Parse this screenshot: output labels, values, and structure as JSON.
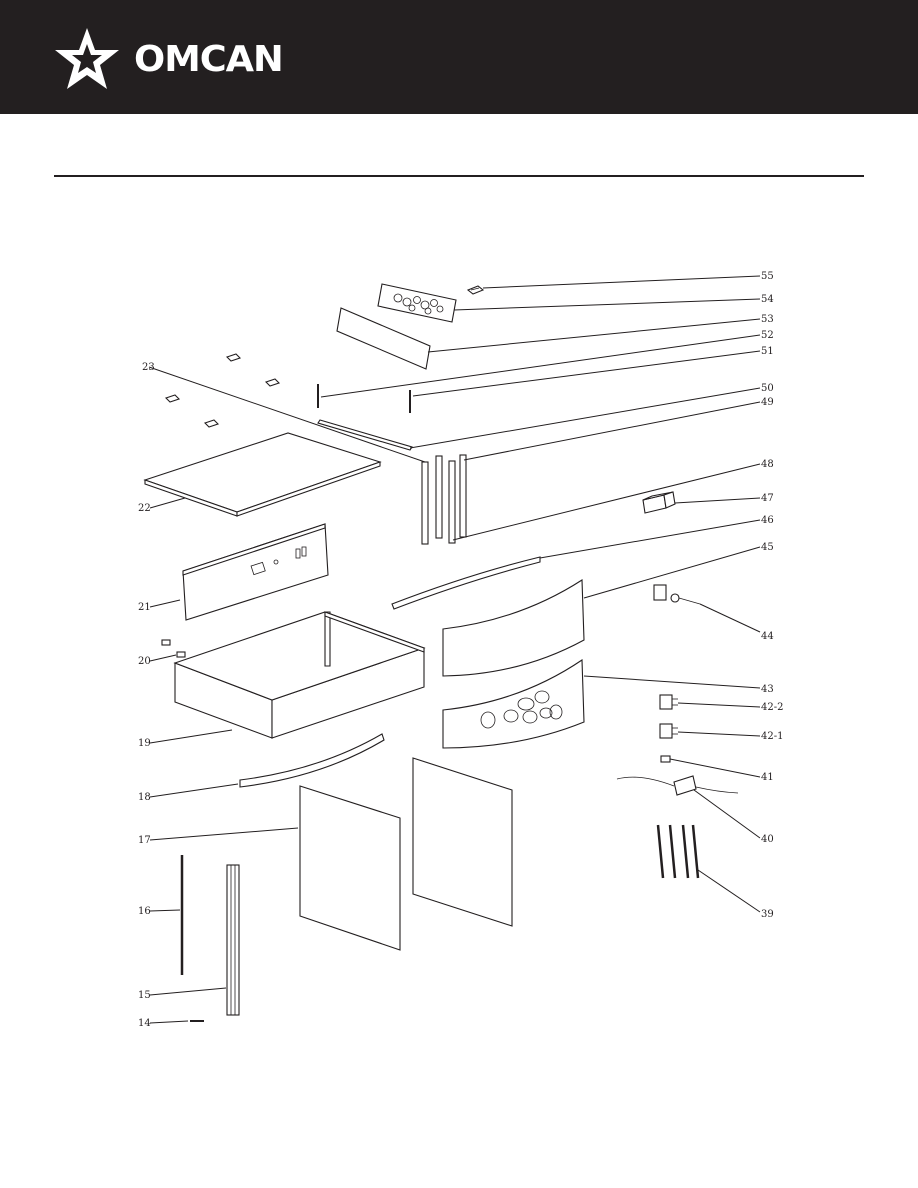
{
  "brand": {
    "name": "OMCAN",
    "header_color": "#231f20",
    "text_color": "#ffffff",
    "logo_icon": "star-icon"
  },
  "diagram": {
    "type": "exploded-parts-view",
    "callouts": [
      "55",
      "54",
      "53",
      "52",
      "51",
      "50",
      "49",
      "48",
      "47",
      "46",
      "45",
      "44",
      "43",
      "42-2",
      "42-1",
      "41",
      "40",
      "39",
      "23",
      "22",
      "21",
      "20",
      "19",
      "18",
      "17",
      "16",
      "15",
      "14"
    ]
  }
}
